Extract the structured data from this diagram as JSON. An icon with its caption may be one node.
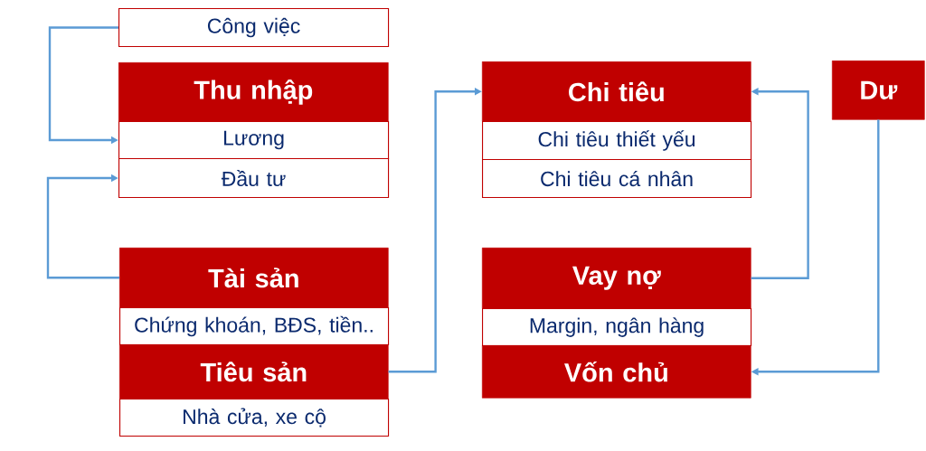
{
  "diagram": {
    "nodes": [
      {
        "text": [
          "Công việc"
        ]
      },
      {
        "text": [
          "Thu nhập"
        ]
      },
      {
        "text": [
          "Lương"
        ]
      },
      {
        "text": [
          "Đầu tư"
        ]
      },
      {
        "text": [
          "Tài sản"
        ]
      },
      {
        "text": [
          "Chứng khoán, BĐS, tiền.."
        ]
      },
      {
        "text": [
          "Tiêu sản"
        ]
      },
      {
        "text": [
          "Nhà cửa, xe cộ"
        ]
      },
      {
        "text": [
          "Chi tiêu"
        ]
      },
      {
        "text": [
          "Chi tiêu thiết yếu"
        ]
      },
      {
        "text": [
          "Chi tiêu cá nhân"
        ]
      },
      {
        "text": [
          "Dư"
        ]
      },
      {
        "text": [
          "Vay nợ"
        ]
      },
      {
        "text": [
          "Margin, ngân hàng"
        ]
      },
      {
        "text": [
          "Vốn chủ"
        ]
      }
    ],
    "edges": [
      {
        "from": 0,
        "to": 2,
        "arrow": "to"
      },
      {
        "from": 4,
        "to": 3,
        "arrow": "to"
      },
      {
        "from": 6,
        "to": 8,
        "arrow": "to"
      },
      {
        "from": 12,
        "to": 8,
        "arrow": "to"
      },
      {
        "from": 11,
        "to": 14,
        "arrow": "to"
      }
    ]
  }
}
